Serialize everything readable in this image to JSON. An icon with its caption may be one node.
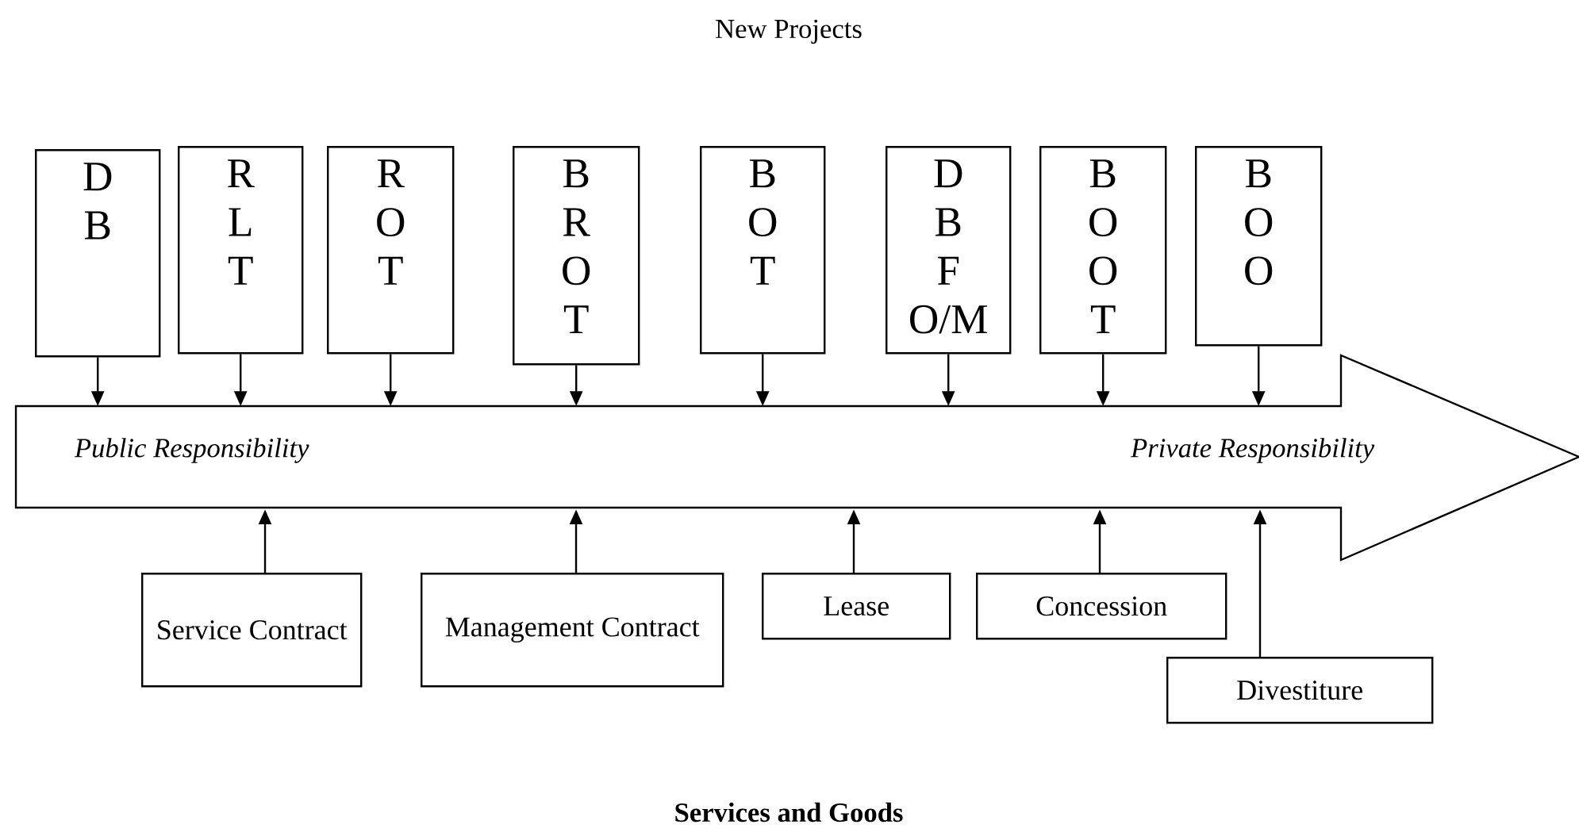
{
  "diagram": {
    "title": "New Projects",
    "caption": "Services and Goods",
    "nodes": [
      {
        "text": [
          "D B"
        ]
      },
      {
        "text": [
          "R L T"
        ]
      },
      {
        "text": [
          "R O T"
        ]
      },
      {
        "text": [
          "B R O T"
        ]
      },
      {
        "text": [
          "B O T"
        ]
      },
      {
        "text": [
          "D B F O/M"
        ]
      },
      {
        "text": [
          "B O O T"
        ]
      },
      {
        "text": [
          "B O O"
        ]
      },
      {
        "text": [
          "Public Responsibility",
          "Private Responsibility"
        ]
      },
      {
        "text": [
          "Service Contract"
        ]
      },
      {
        "text": [
          "Management Contract"
        ]
      },
      {
        "text": [
          "Lease"
        ]
      },
      {
        "text": [
          "Concession"
        ]
      },
      {
        "text": [
          "Divestiture"
        ]
      }
    ],
    "edges": [
      {
        "from": 0,
        "to": 8,
        "arrow": "to"
      },
      {
        "from": 1,
        "to": 8,
        "arrow": "to"
      },
      {
        "from": 2,
        "to": 8,
        "arrow": "to"
      },
      {
        "from": 3,
        "to": 8,
        "arrow": "to"
      },
      {
        "from": 4,
        "to": 8,
        "arrow": "to"
      },
      {
        "from": 5,
        "to": 8,
        "arrow": "to"
      },
      {
        "from": 6,
        "to": 8,
        "arrow": "to"
      },
      {
        "from": 7,
        "to": 8,
        "arrow": "to"
      },
      {
        "from": 9,
        "to": 8,
        "arrow": "to"
      },
      {
        "from": 10,
        "to": 8,
        "arrow": "to"
      },
      {
        "from": 11,
        "to": 8,
        "arrow": "to"
      },
      {
        "from": 12,
        "to": 8,
        "arrow": "to"
      },
      {
        "from": 13,
        "to": 8,
        "arrow": "to"
      }
    ]
  }
}
